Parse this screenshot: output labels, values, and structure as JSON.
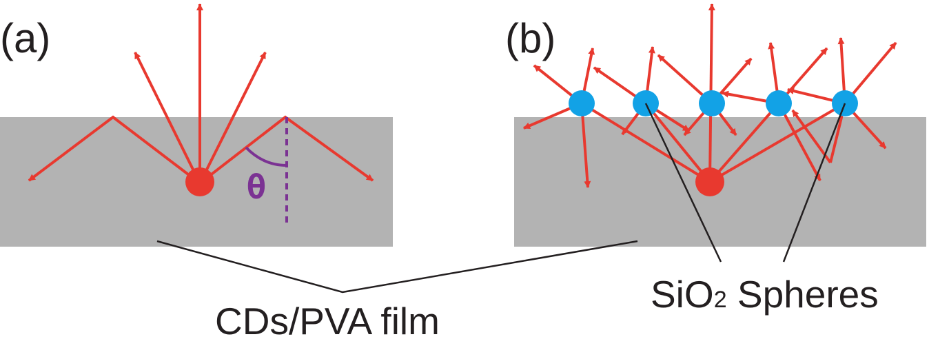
{
  "panel_a": {
    "label": "(a)",
    "angle_symbol": "θ"
  },
  "panel_b": {
    "label": "(b)"
  },
  "labels": {
    "film": "CDs/PVA film",
    "spheres_prefix": "SiO",
    "spheres_subscript": "2",
    "spheres_suffix": " Spheres"
  },
  "colors": {
    "film": "#b3b3b3",
    "ray": "#e8392f",
    "source": "#e8392f",
    "sphere": "#12a2e6",
    "angle": "#7b3293",
    "leader": "#231f20"
  }
}
